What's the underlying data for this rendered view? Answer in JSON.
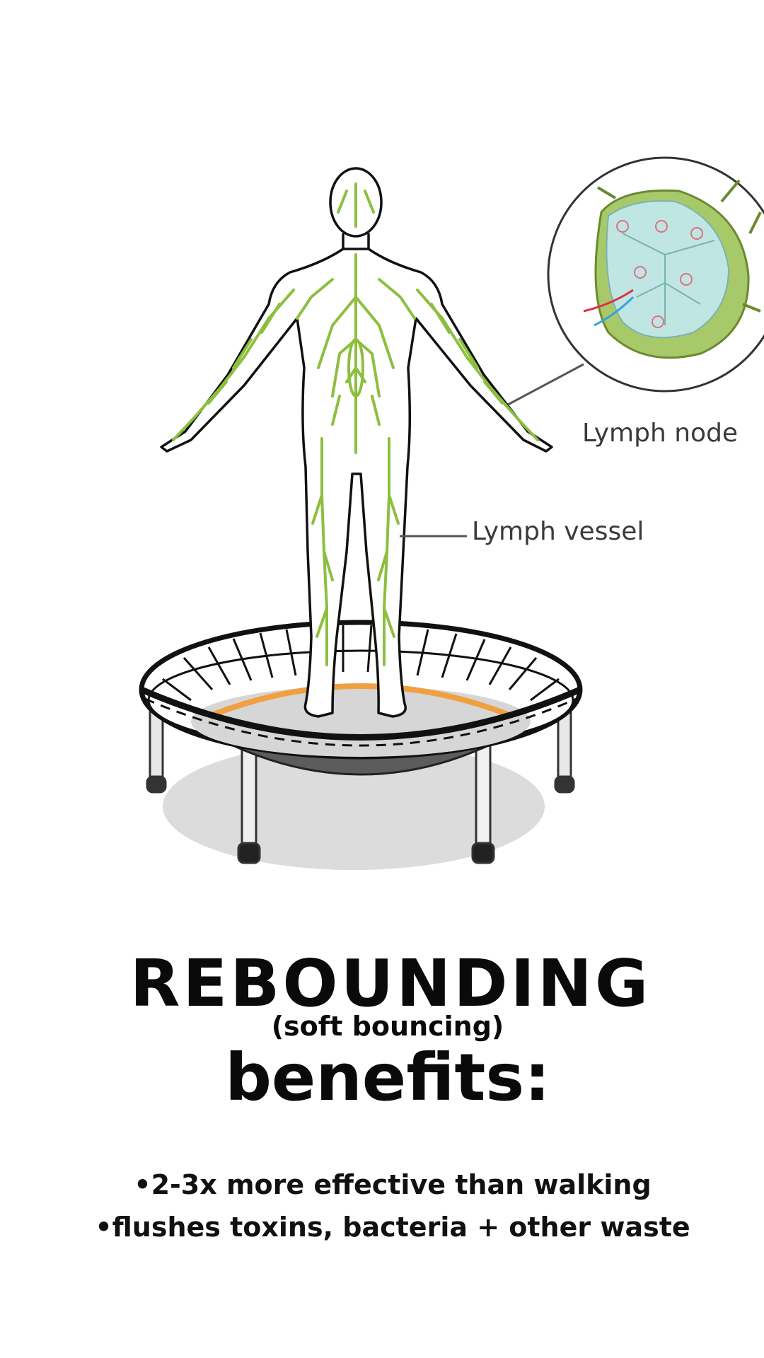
{
  "labels": {
    "lymph_node": "Lymph node",
    "lymph_vessel": "Lymph vessel"
  },
  "caption": {
    "title": "REBOUNDING",
    "subtitle": "(soft bouncing)",
    "heading": "benefits:",
    "benefits": [
      "•2-3x more effective than walking",
      "•flushes toxins, bacteria + other waste"
    ]
  },
  "colors": {
    "lymph_green": "#8cbf3f",
    "node_fill": "#a8c96a",
    "node_inner": "#bfe6e2",
    "mat_ring": "#f0a040",
    "mat": "#d6d6d6",
    "bowl": "#5c5c5c",
    "shadow": "#dcdcdc"
  },
  "icons": {
    "figure": "human-figure-lymphatic-system",
    "trampoline": "mini-trampoline-icon",
    "lymph_node_detail": "lymph-node-magnified-icon"
  }
}
